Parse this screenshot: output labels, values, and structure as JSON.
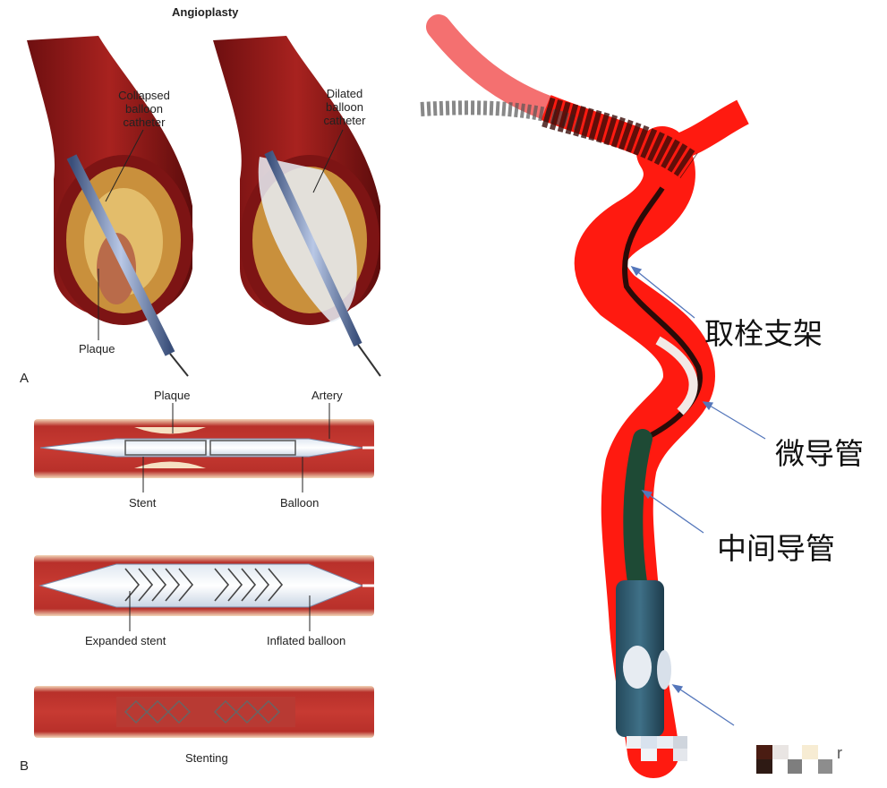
{
  "panel_a": {
    "title": "Angioplasty",
    "letter": "A",
    "collapsed_label": [
      "Collapsed",
      "balloon",
      "catheter"
    ],
    "dilated_label": [
      "Dilated",
      "balloon",
      "catheter"
    ],
    "plaque_label": "Plaque"
  },
  "panel_b": {
    "letter": "B",
    "plaque_label": "Plaque",
    "artery_label": "Artery",
    "stent_label": "Stent",
    "balloon_label": "Balloon",
    "expanded_stent_label": "Expanded stent",
    "inflated_balloon_label": "Inflated balloon",
    "stenting_label": "Stenting"
  },
  "right": {
    "stent_retriever": "取栓支架",
    "microcatheter": "微导管",
    "intermediate_catheter": "中间导管",
    "partial_text": "r"
  },
  "colors": {
    "vessel_red": "#ff1a10",
    "artery_wall": "#9b1c1c",
    "plaque": "#d8a64a",
    "catheter_green": "#1e4a35",
    "catheter_blue": "#2d5a6e",
    "arrow": "#5577bb"
  }
}
